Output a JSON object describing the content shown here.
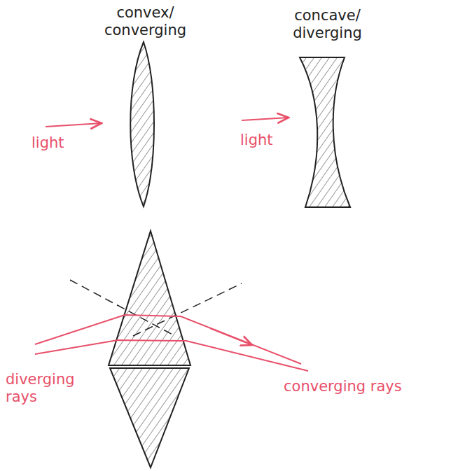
{
  "diagram": {
    "labels": [
      "convex/ converging",
      "concave/ diverging",
      "light",
      "light",
      "diverging rays",
      "converging rays"
    ]
  }
}
